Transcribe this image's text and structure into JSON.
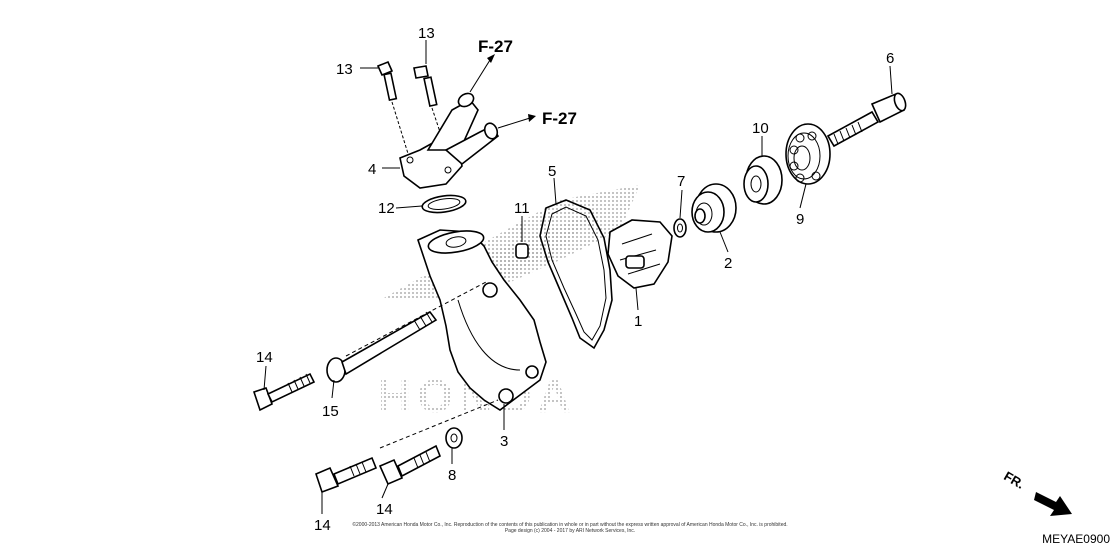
{
  "diagram": {
    "watermark": "HONDA",
    "callouts": [
      {
        "id": "c1",
        "label": "1"
      },
      {
        "id": "c2",
        "label": "2"
      },
      {
        "id": "c3",
        "label": "3"
      },
      {
        "id": "c4",
        "label": "4"
      },
      {
        "id": "c5",
        "label": "5"
      },
      {
        "id": "c6",
        "label": "6"
      },
      {
        "id": "c7",
        "label": "7"
      },
      {
        "id": "c8",
        "label": "8"
      },
      {
        "id": "c9",
        "label": "9"
      },
      {
        "id": "c10",
        "label": "10"
      },
      {
        "id": "c11",
        "label": "11"
      },
      {
        "id": "c12",
        "label": "12"
      },
      {
        "id": "c13a",
        "label": "13"
      },
      {
        "id": "c13b",
        "label": "13"
      },
      {
        "id": "c14a",
        "label": "14"
      },
      {
        "id": "c14b",
        "label": "14"
      },
      {
        "id": "c14c",
        "label": "14"
      },
      {
        "id": "c15",
        "label": "15"
      }
    ],
    "refs": [
      {
        "id": "ref1",
        "label": "F-27"
      },
      {
        "id": "ref2",
        "label": "F-27"
      }
    ],
    "direction_label": "FR.",
    "diagram_code": "MEYAE0900",
    "copyright_line1": "©2000-2013 American Honda Motor Co., Inc. Reproduction of the contents of this publication in whole or in part without the express written approval of American Honda Motor Co., Inc. is prohibited.",
    "copyright_line2": "Page design (c) 2004 - 2017 by ARI Network Services, Inc."
  }
}
